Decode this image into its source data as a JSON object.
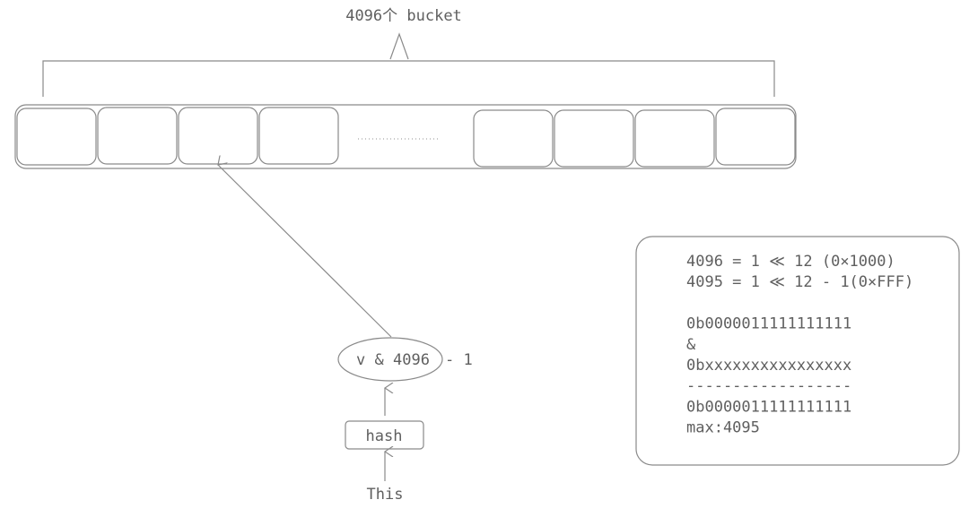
{
  "top_label": "4096个 bucket",
  "dots": "...............",
  "expression": {
    "main": "v & 4096",
    "suffix": "- 1"
  },
  "hash_label": "hash",
  "source_label": "This",
  "notes": {
    "lines": [
      "4096 = 1 ≪ 12 (0×1000)",
      "4095 = 1 ≪ 12 - 1(0×FFF)",
      "",
      "0b0000011111111111",
      "&",
      "0bxxxxxxxxxxxxxxxx",
      "------------------",
      "0b0000011111111111",
      "max:4095"
    ]
  }
}
